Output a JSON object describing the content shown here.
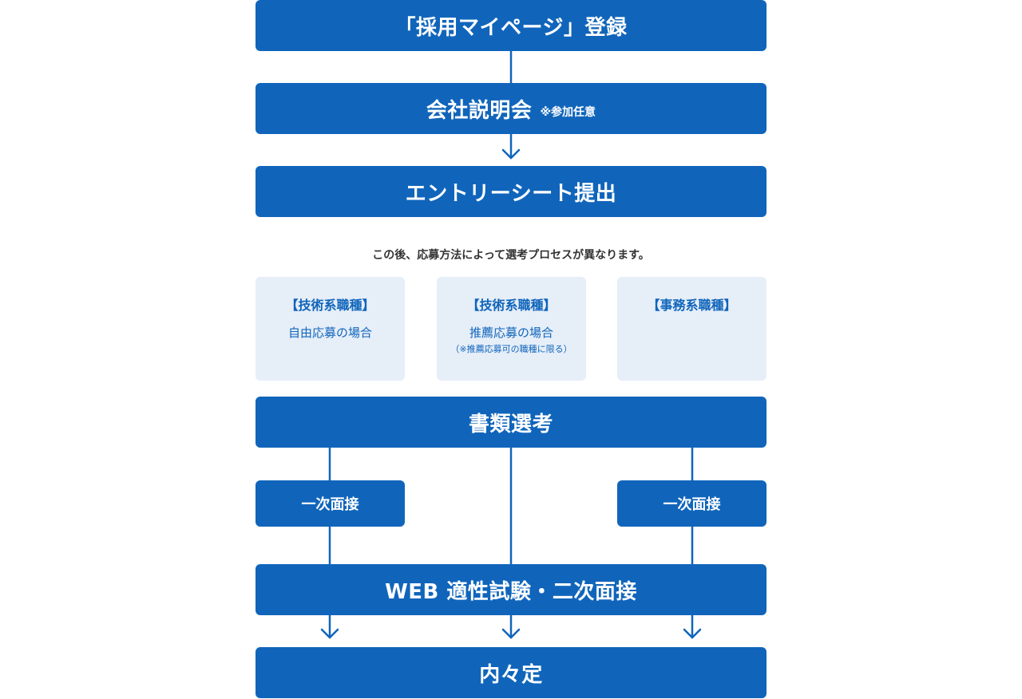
{
  "colors": {
    "primary": "#1065bb",
    "card_background": "#e6eef8",
    "note_text": "#333333"
  },
  "steps": {
    "registration": "「採用マイページ」登録",
    "info_session": "会社説明会",
    "info_session_note": "※参加任意",
    "entry_sheet": "エントリーシート提出",
    "document_screening": "書類選考",
    "web_test": "WEB 適性試験・二次面接",
    "offer": "内々定"
  },
  "intro_text": "この後、応募方法によって選考プロセスが異なります。",
  "tracks": [
    {
      "title": "【技術系職種】",
      "subtitle": "自由応募の場合",
      "note": "",
      "first_interview": "一次面接"
    },
    {
      "title": "【技術系職種】",
      "subtitle": "推薦応募の場合",
      "note": "（※推薦応募可の職種に限る）",
      "first_interview": ""
    },
    {
      "title": "【事務系職種】",
      "subtitle": "",
      "note": "",
      "first_interview": "一次面接"
    }
  ]
}
